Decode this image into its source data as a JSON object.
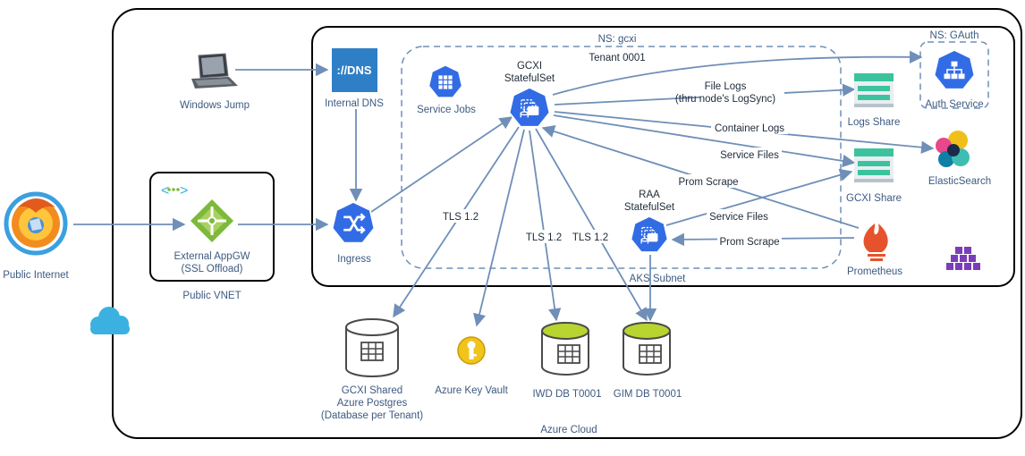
{
  "containers": {
    "azure_cloud": "Azure Cloud",
    "aks_subnet": "AKS Subnet",
    "ns_gcxi": "NS: gcxi",
    "tenant": "Tenant 0001",
    "ns_gauth": "NS: GAuth",
    "public_vnet": "Public VNET"
  },
  "nodes": {
    "public_internet": "Public Internet",
    "windows_jump": "Windows Jump",
    "dns_badge": "://DNS",
    "internal_dns": "Internal DNS",
    "appgw_line1": "External AppGW",
    "appgw_line2": "(SSL Offload)",
    "ingress": "Ingress",
    "service_jobs": "Service Jobs",
    "gcxi_line1": "GCXI",
    "gcxi_line2": "StatefulSet",
    "raa_line1": "RAA",
    "raa_line2": "StatefulSet",
    "logs_share": "Logs Share",
    "gcxi_share": "GCXI Share",
    "auth_service": "Auth Service",
    "elasticsearch": "ElasticSearch",
    "prometheus": "Prometheus",
    "postgres_line1": "GCXI Shared",
    "postgres_line2": "Azure Postgres",
    "postgres_line3": "(Database per Tenant)",
    "key_vault": "Azure Key Vault",
    "iwd_db": "IWD DB T0001",
    "gim_db": "GIM DB T0001"
  },
  "edges": {
    "file_logs_1": "File Logs",
    "file_logs_2": "(thru node's LogSync)",
    "container_logs": "Container Logs",
    "service_files_gcxi": "Service Files",
    "prom_scrape_gcxi": "Prom Scrape",
    "service_files_raa": "Service Files",
    "prom_scrape_raa": "Prom Scrape",
    "tls_postgres": "TLS 1.2",
    "tls_iwd": "TLS 1.2",
    "tls_gim": "TLS 1.2"
  },
  "colors": {
    "line": "#6f8fb8",
    "k8s_blue": "#326ce5",
    "azure_blue": "#2f7fc7",
    "share_green": "#3cc39d",
    "db_lime": "#b8d430",
    "appgw_green": "#7db93a",
    "prometheus_orange": "#e6522c",
    "cloud_cyan": "#3ab1e0"
  },
  "icons": [
    "browser-icon",
    "laptop-icon",
    "dns-icon",
    "gateway-icon",
    "vnet-icon",
    "shuffle-icon",
    "grid-icon",
    "statefulset-icon",
    "file-share-icon",
    "auth-icon",
    "elastic-icon",
    "flame-icon",
    "key-icon",
    "database-icon",
    "cloud-icon",
    "cubes-icon"
  ]
}
